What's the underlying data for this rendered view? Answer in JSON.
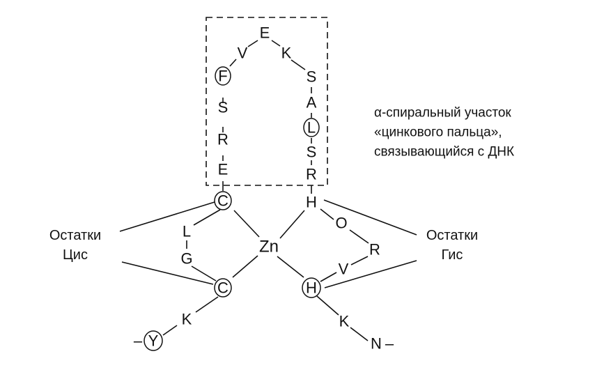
{
  "center": "Zn",
  "chain_left": {
    "helix_left": [
      "F",
      "S",
      "R",
      "E"
    ],
    "top": [
      "V",
      "E",
      "K"
    ],
    "cys1": "C",
    "loop": [
      "L",
      "G"
    ],
    "cys2": "C",
    "tail": [
      "K",
      "Y"
    ],
    "tail_dash": "–"
  },
  "chain_right": {
    "helix_right": [
      "S",
      "A",
      "L",
      "S",
      "R"
    ],
    "his1": "H",
    "loop": [
      "O",
      "R",
      "V"
    ],
    "his2": "H",
    "tail": [
      "K",
      "N"
    ],
    "tail_dash": "–"
  },
  "circled_residues": [
    "F",
    "L",
    "C",
    "C",
    "H",
    "Y"
  ],
  "labels": {
    "cys_line1": "Остатки",
    "cys_line2": "Цис",
    "his_line1": "Остатки",
    "his_line2": "Гис",
    "helix_line1": "α-спиральный участок",
    "helix_line2": "«цинкового пальца»,",
    "helix_line3": "связывающийся с ДНК"
  }
}
